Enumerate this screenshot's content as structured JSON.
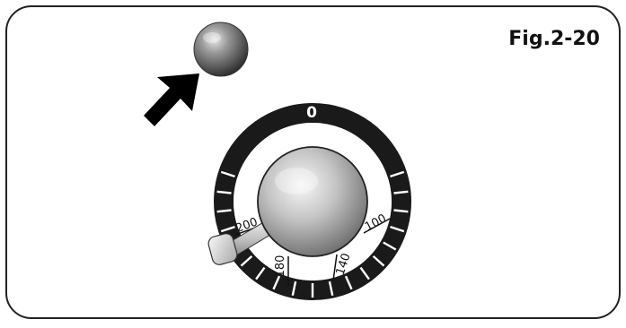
{
  "figure": {
    "label": "Fig.2-20"
  },
  "dial": {
    "zero_label": "0",
    "scale_labels": [
      "100",
      "140",
      "180",
      "200"
    ]
  },
  "colors": {
    "ring": "#1a1a1a",
    "frame": "#222222",
    "arrow": "#000000",
    "knob_light": "#f2f2f2",
    "knob_dark": "#6e6e6e"
  },
  "icons": {
    "pointer": "arrow-icon",
    "indicator": "indicator-lamp-icon"
  }
}
